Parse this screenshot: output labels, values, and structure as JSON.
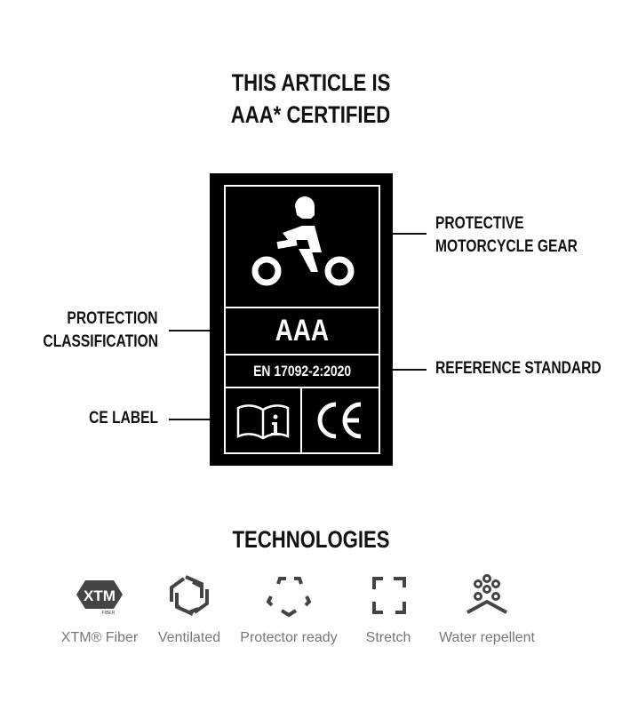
{
  "header": {
    "title_line1": "THIS ARTICLE IS",
    "title_line2": "AAA* CERTIFIED"
  },
  "badge": {
    "classification": "AAA",
    "standard": "EN 17092-2:2020",
    "icons": [
      "motorcycle-rider-icon",
      "info-manual-icon",
      "ce-mark-icon"
    ]
  },
  "callouts": {
    "gear_line1": "PROTECTIVE",
    "gear_line2": "MOTORCYCLE GEAR",
    "class_line1": "PROTECTION",
    "class_line2": "CLASSIFICATION",
    "reference": "REFERENCE STANDARD",
    "ce": "CE LABEL"
  },
  "technologies": {
    "title": "TECHNOLOGIES",
    "items": [
      {
        "label": "XTM® Fiber",
        "icon": "xtm-fiber-icon",
        "logo_text": "XTM FIBER"
      },
      {
        "label": "Ventilated",
        "icon": "ventilated-icon"
      },
      {
        "label": "Protector ready",
        "icon": "protector-ready-icon"
      },
      {
        "label": "Stretch",
        "icon": "stretch-icon"
      },
      {
        "label": "Water repellent",
        "icon": "water-repellent-icon"
      }
    ]
  }
}
